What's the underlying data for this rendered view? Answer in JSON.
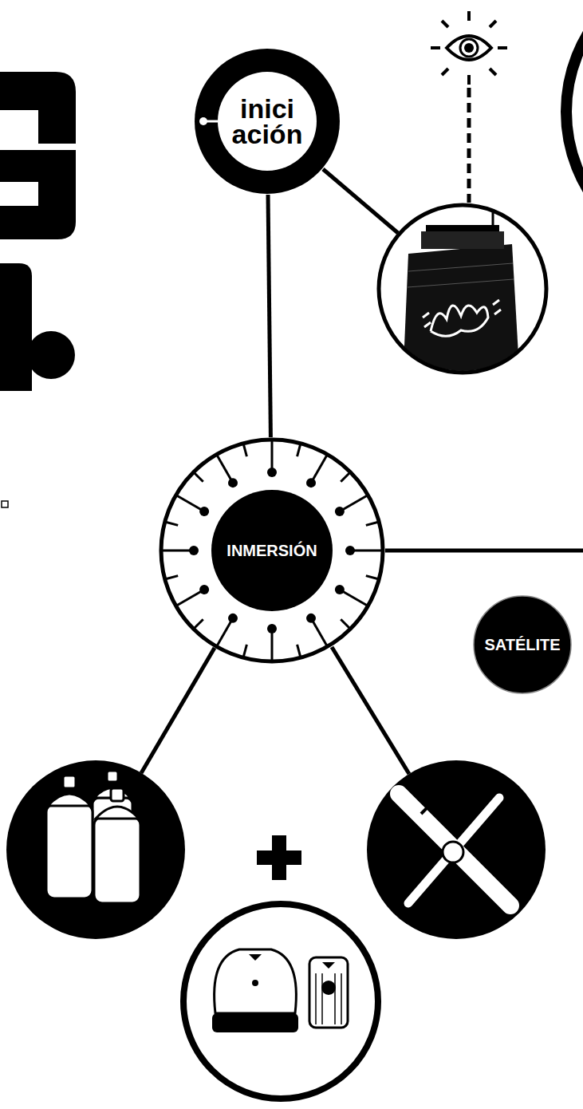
{
  "diagram": {
    "nodes": [
      {
        "text": [
          "inici ación"
        ]
      },
      {
        "text": [
          "INMERSIÓN"
        ]
      },
      {
        "text": [
          "SATÉLITE"
        ]
      }
    ],
    "edges": [
      {
        "from": 0,
        "to": 1,
        "arrow": "none"
      }
    ]
  }
}
